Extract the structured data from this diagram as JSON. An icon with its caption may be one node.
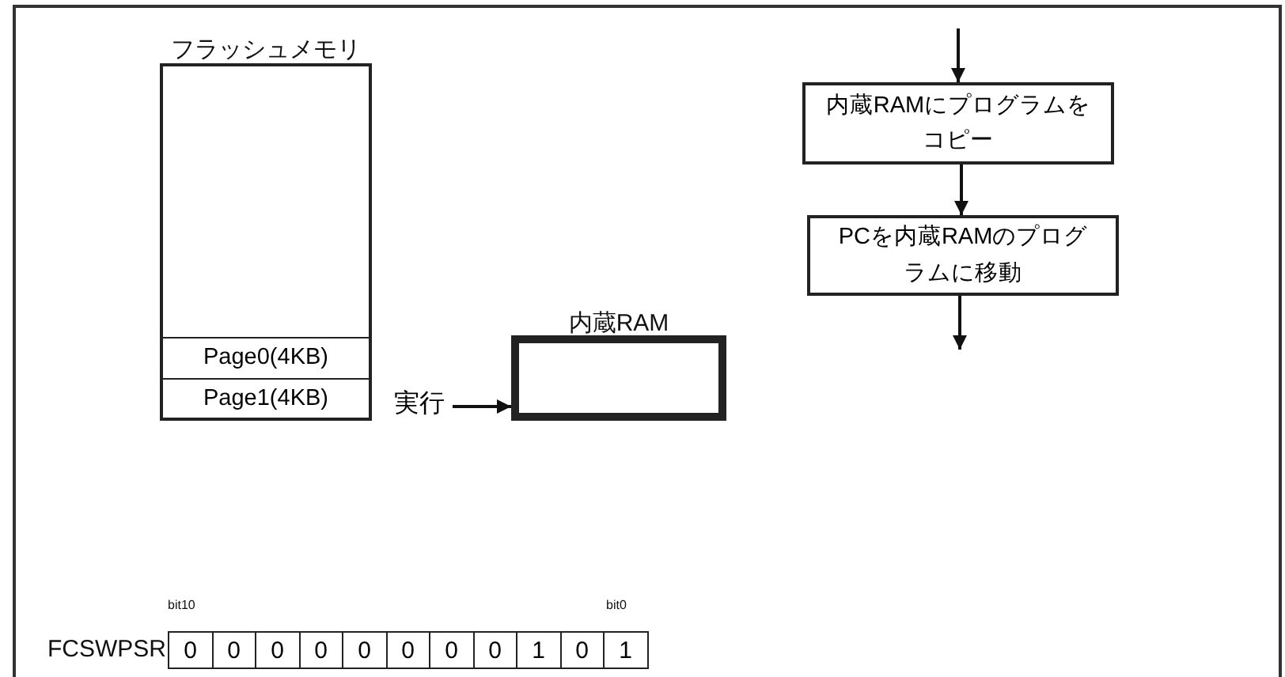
{
  "diagram": {
    "nodes": [
      {
        "text": [
          "フラッシュメモリ"
        ]
      },
      {
        "text": [
          "Page0(4KB)"
        ],
        "in": 0
      },
      {
        "text": [
          "Page1(4KB)"
        ],
        "in": 0
      },
      {
        "text": [
          "実行"
        ]
      },
      {
        "text": [
          "内蔵RAM"
        ]
      },
      {
        "text": [
          "内蔵RAMにプログラムをコピー"
        ]
      },
      {
        "text": [
          "PCを内蔵RAMのプログラムに移動"
        ]
      }
    ],
    "edges": [
      {
        "from": 3,
        "to": 4,
        "arrow": "to"
      },
      {
        "from": null,
        "to": 5,
        "arrow": "to"
      },
      {
        "from": 5,
        "to": 6,
        "arrow": "to"
      },
      {
        "from": 6,
        "to": null,
        "arrow": "to"
      }
    ],
    "labels": [
      "bit10",
      "bit0",
      "FCSWPSR",
      "0",
      "0",
      "0",
      "0",
      "0",
      "0",
      "0",
      "0",
      "1",
      "0",
      "1"
    ]
  }
}
